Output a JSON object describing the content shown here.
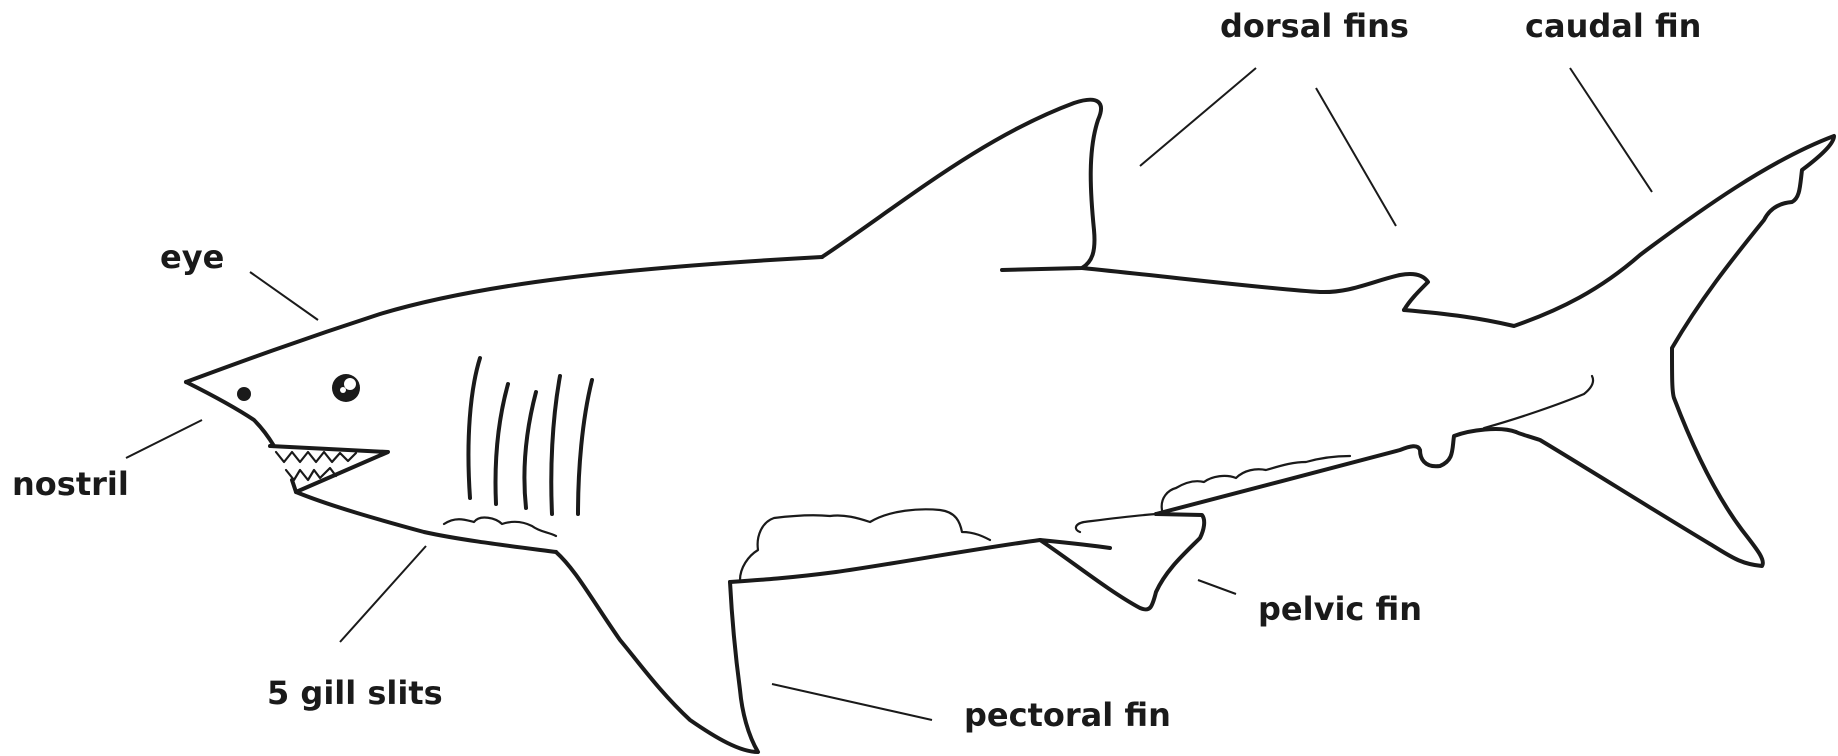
{
  "labels": {
    "dorsal_fins": "dorsal fins",
    "caudal_fin": "caudal fin",
    "eye": "eye",
    "nostril": "nostril",
    "gill_slits": "5 gill slits",
    "pectoral_fin": "pectoral fin",
    "pelvic_fin": "pelvic fin"
  },
  "colors": {
    "ink": "#1a1a1a",
    "background": "#ffffff"
  }
}
